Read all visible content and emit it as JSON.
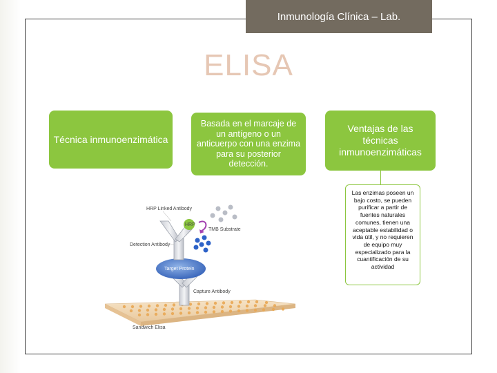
{
  "header": {
    "title": "Inmunología Clínica – Lab."
  },
  "slide": {
    "title": "ELISA",
    "boxes": {
      "tecnica": "Técnica inmunoenzimática",
      "basada": "Basada en el marcaje de un antígeno o un anticuerpo con una enzima para su posterior detección.",
      "ventajas": "Ventajas de las técnicas inmunoenzimáticas",
      "detalle": "Las enzimas poseen un bajo costo, se pueden purificar a partir de fuentes naturales comunes, tienen una aceptable estabilidad o vida útil, y no requieren de equipo muy especializado para la cuantificación de su actividad"
    }
  },
  "illustration": {
    "labels": {
      "hrp_antibody": "HRP Linked Antibody",
      "hrp": "HRP",
      "tmb": "TMB Substrate",
      "detection": "Detection Antibody",
      "target": "Target Protein",
      "capture": "Capture Antibody",
      "sandwich": "Sandwich Elisa"
    }
  },
  "colors": {
    "box_green": "#8cc63f",
    "header_tab": "#736b5f",
    "title_peach": "#e6c7b4"
  }
}
